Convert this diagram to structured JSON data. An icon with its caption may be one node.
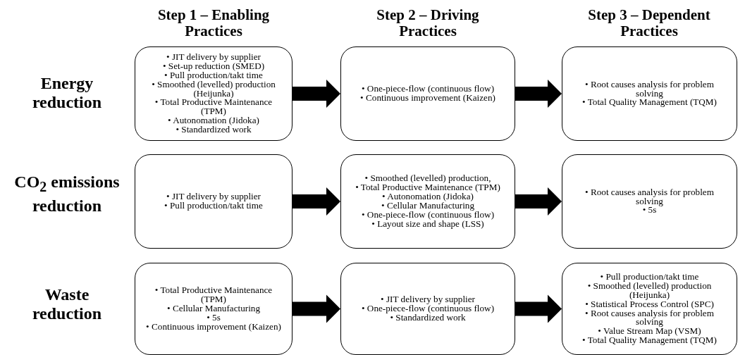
{
  "diagram": {
    "nodes": [
      {
        "text": [
          "• JIT delivery by supplier",
          "• Set-up reduction (SMED)",
          "• Pull production/takt time",
          "• Smoothed (levelled) production (Heijunka)",
          "• Total Productive Maintenance (TPM)",
          "• Autonomation (Jidoka)",
          "• Standardized work"
        ]
      },
      {
        "text": [
          "• One-piece-flow (continuous flow)",
          "• Continuous improvement (Kaizen)"
        ]
      },
      {
        "text": [
          "• Root causes analysis for problem solving",
          "• Total Quality Management (TQM)"
        ]
      },
      {
        "text": [
          "• JIT delivery by supplier",
          "• Pull production/takt time"
        ]
      },
      {
        "text": [
          "• Smoothed (levelled) production,",
          "• Total Productive Maintenance (TPM)",
          "• Autonomation (Jidoka)",
          "• Cellular Manufacturing",
          "• One-piece-flow (continuous flow)",
          "• Layout size and shape (LSS)"
        ]
      },
      {
        "text": [
          "• Root causes analysis for problem solving",
          "• 5s"
        ]
      },
      {
        "text": [
          "• Total Productive Maintenance (TPM)",
          "• Cellular Manufacturing",
          "• 5s",
          "• Continuous improvement (Kaizen)"
        ]
      },
      {
        "text": [
          "• JIT delivery by supplier",
          "• One-piece-flow (continuous flow)",
          "• Standardized work"
        ]
      },
      {
        "text": [
          "• Pull production/takt time",
          "• Smoothed (levelled) production (Heijunka)",
          "• Statistical Process Control (SPC)",
          "• Root causes analysis for problem solving",
          "• Value Stream Map (VSM)",
          "• Total Quality Management (TQM)"
        ]
      }
    ],
    "edges": [
      {
        "from": 0,
        "to": 1,
        "arrow": "to",
        "style": "thick"
      },
      {
        "from": 1,
        "to": 2,
        "arrow": "to",
        "style": "thick"
      },
      {
        "from": 3,
        "to": 4,
        "arrow": "to",
        "style": "thick"
      },
      {
        "from": 4,
        "to": 5,
        "arrow": "to",
        "style": "thick"
      },
      {
        "from": 6,
        "to": 7,
        "arrow": "to",
        "style": "thick"
      },
      {
        "from": 7,
        "to": 8,
        "arrow": "to",
        "style": "thick"
      }
    ],
    "labels": [
      "Step 1 – Enabling Practices",
      "Step 2 – Driving Practices",
      "Step 3 – Dependent Practices",
      "Energy reduction",
      "CO$_{2}$ emissions reduction",
      "Waste reduction"
    ]
  }
}
